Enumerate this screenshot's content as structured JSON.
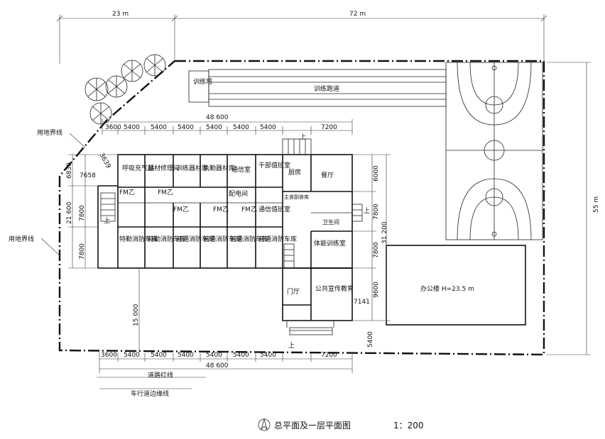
{
  "title": {
    "name": "总平面及一层平面图",
    "scale": "1：200"
  },
  "top_dims": {
    "left": "23 m",
    "right": "72 m"
  },
  "right_dim": "55 m",
  "site_line_labels": {
    "upper": "用地界线",
    "lower": "用地界线"
  },
  "road_labels": {
    "red_line": "道路红线",
    "carriageway": "车行道边缘线"
  },
  "training": {
    "tower": "训练塔",
    "track": "训练跑道"
  },
  "office": "办公楼 H=23.5 m",
  "overall_width": "48 600",
  "bay_top": [
    "3600",
    "5400",
    "5400",
    "5400",
    "5400",
    "5400",
    "5400",
    "7200"
  ],
  "bay_bottom": [
    "3600",
    "5400",
    "5400",
    "5400",
    "5400",
    "5400",
    "5400",
    "7200"
  ],
  "left_dims": {
    "chamfer": "3639",
    "near": "7658",
    "small": "6830",
    "depth": "21 600",
    "bay1": "7800",
    "bay2": "7800"
  },
  "right_dims": {
    "d1": "6000",
    "d2": "7800",
    "total": "31 200",
    "d3": "7800",
    "d4": "9600",
    "d5": "5400",
    "offset": "7141"
  },
  "setback": "15 000",
  "stair_up": "上",
  "rooms": {
    "breathing": "呼吸充气站",
    "equip_repair": "器材修理间",
    "train_equip": "训练器材库",
    "duty_equip": "执勤器材库",
    "comm": "通信室",
    "cadre_duty": "干部值班室",
    "kitchen": "厨房",
    "dining": "餐厅",
    "staff_dining": "主食副食库",
    "power": "配电间",
    "comm_duty": "通信值班室",
    "gym": "体能训练室",
    "special1": "特勤消防车库",
    "special2": "特勤消防车库",
    "normal1": "普通消防车库",
    "normal2": "普通消防车库",
    "normal3": "普通消防车库",
    "normal4": "普通消防车库",
    "lobby": "门厅",
    "public_edu": "公共宣传教育",
    "wc": "卫生间"
  },
  "doors": {
    "d1": "FM乙",
    "d2": "FM乙",
    "d3": "FM乙",
    "d4": "FM乙",
    "d5": "FM乙"
  }
}
